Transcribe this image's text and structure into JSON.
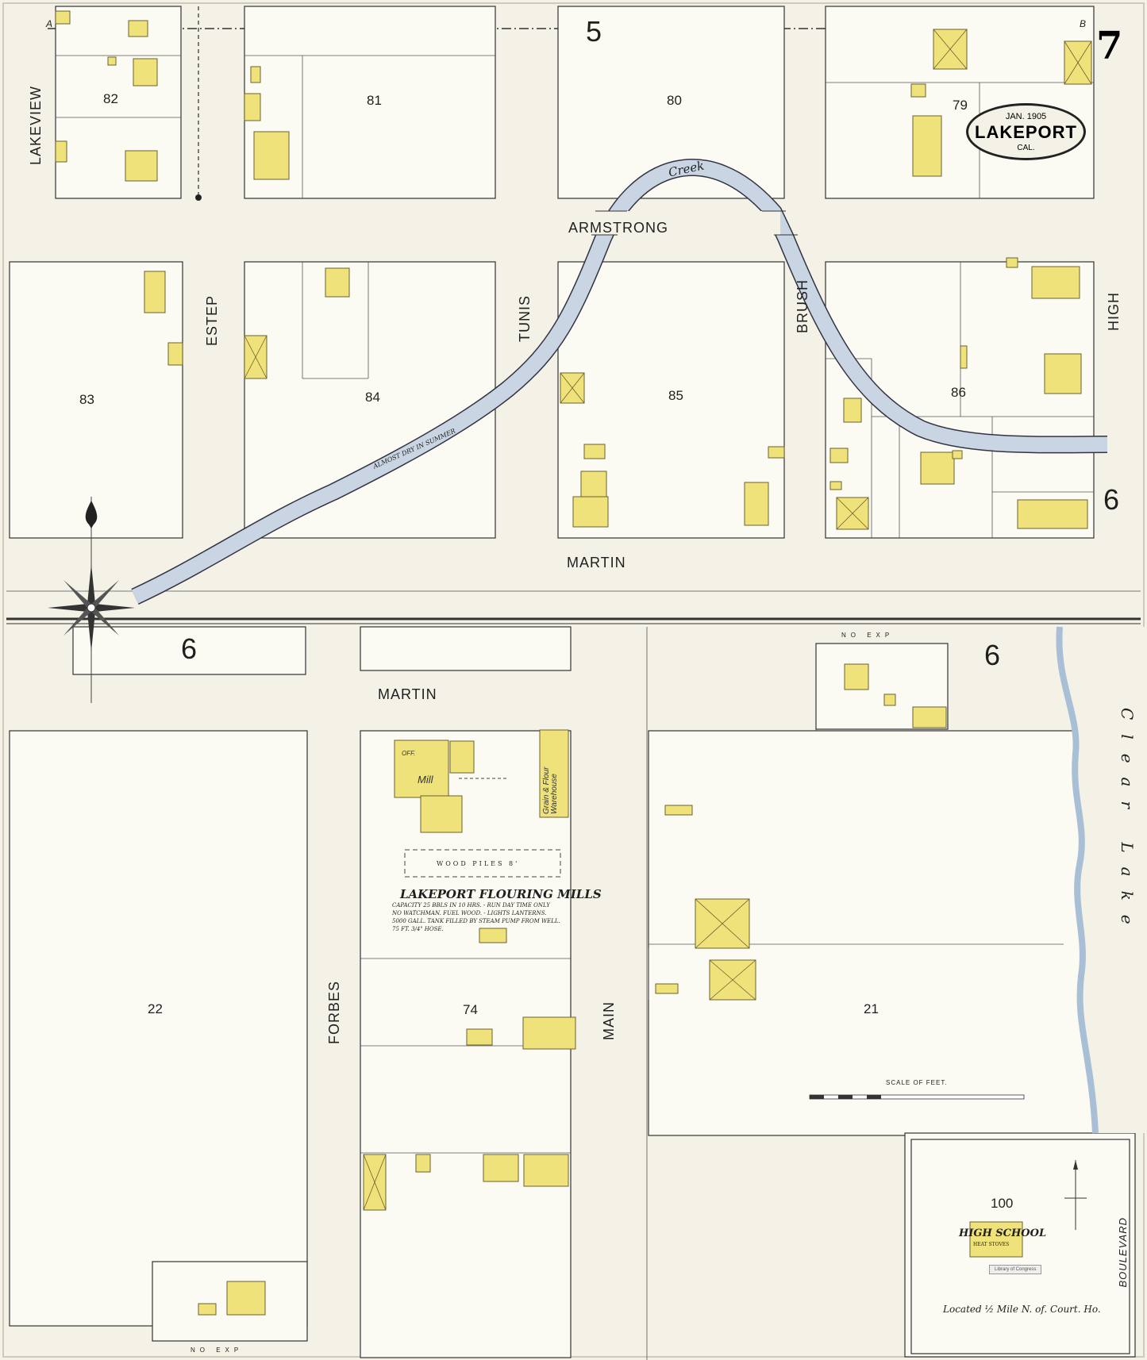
{
  "sheet": {
    "number": "7",
    "date": "JAN. 1905",
    "city": "LAKEPORT",
    "state": "CAL."
  },
  "colors": {
    "paper": "#f4f1e6",
    "frame": "#e7e3d6",
    "frame_building": "#f0e27a",
    "water": "#c9d5e2",
    "ink": "#222222"
  },
  "streets": {
    "top": "5",
    "lakeview": "LAKEVIEW",
    "estep": "ESTEP",
    "tunis": "TUNIS",
    "brush": "BRUSH",
    "high": "HIGH",
    "armstrong": "ARMSTRONG",
    "martin_1": "MARTIN",
    "martin_2": "MARTIN",
    "forbes": "FORBES",
    "main": "MAIN",
    "boulevard": "BOULEVARD"
  },
  "blocks": {
    "b82": "82",
    "b81": "81",
    "b80": "80",
    "b79": "79",
    "b83": "83",
    "b84": "84",
    "b85": "85",
    "b86": "86",
    "b22": "22",
    "b74": "74",
    "b21": "21",
    "b100": "100"
  },
  "sheet_refs": {
    "left_6": "6",
    "right_6": "6",
    "bottom_right_6": "6"
  },
  "water": {
    "creek": "Creek",
    "creek_note": "ALMOST DRY IN SUMMER",
    "lake": "Clear Lake"
  },
  "mill": {
    "name": "LAKEPORT FLOURING MILLS",
    "line1": "CAPACITY 25 BBLS IN 10 HRS. - RUN DAY TIME ONLY",
    "line2": "NO WATCHMAN. FUEL WOOD. - LIGHTS LANTERNS.",
    "line3": "5000 GALL. TANK FILLED BY STEAM PUMP FROM WELL.",
    "line4": "75 FT. 3/4\" HOSE.",
    "wood_piles": "WOOD PILES 8'",
    "mill_lbl": "Mill",
    "office": "OFF.",
    "warehouse": "Grain & Flour Warehouse"
  },
  "school": {
    "name": "HIGH SCHOOL",
    "heat": "HEAT STOVES",
    "located": "Located ½ Mile  N. of. Court. Ho.",
    "stamp": "Library of Congress"
  },
  "scale": {
    "label": "SCALE OF FEET."
  },
  "misc": {
    "no_exp_1": "NO EXP",
    "no_exp_2": "NO EXP",
    "corner_a": "A",
    "corner_b": "B"
  }
}
